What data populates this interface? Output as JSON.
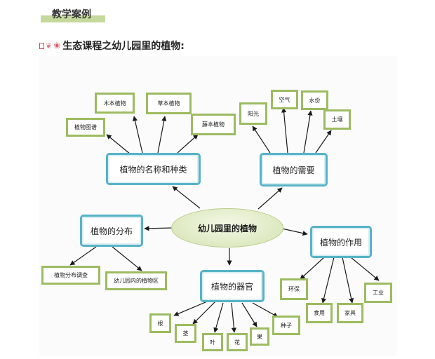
{
  "section_label": "教学案例",
  "heading": "生态课程之幼儿园里的植物:",
  "heading_icons": [
    "bookmark-square-icon",
    "leaf-icon",
    "flower-icon"
  ],
  "center": "幼儿园里的植物",
  "branches": {
    "names": {
      "label": "植物的名称和种类",
      "items": [
        "植物图谱",
        "木本植物",
        "草本植物",
        "藤本植物"
      ]
    },
    "needs": {
      "label": "植物的需要",
      "items": [
        "阳光",
        "空气",
        "水份",
        "土壤"
      ]
    },
    "distribution": {
      "label": "植物的分布",
      "items": [
        "植物分布调查",
        "幼儿园内的植物区"
      ]
    },
    "uses": {
      "label": "植物的作用",
      "items": [
        "环保",
        "食用",
        "家具",
        "工业"
      ]
    },
    "organs": {
      "label": "植物的器官",
      "items": [
        "根",
        "茎",
        "叶",
        "花",
        "果",
        "种子"
      ]
    }
  },
  "colors": {
    "main_box_border": "#58b3c6",
    "leaf_box_border": "#9dbb61",
    "center_fill": "#dde9c1",
    "section_bar": "#c6d99c",
    "arrow": "#1a1a1a"
  }
}
